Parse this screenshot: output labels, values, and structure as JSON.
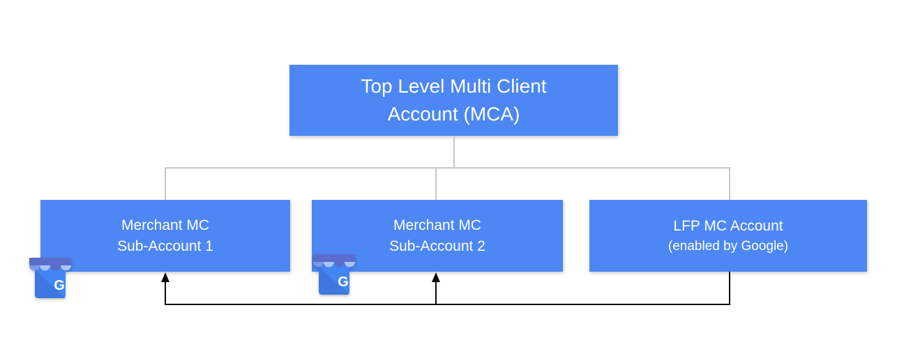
{
  "colors": {
    "canvas_bg": "#FFFFFF",
    "node_fill": "#4C87F3",
    "node_text": "#FFFFFF",
    "connector_gray": "#C7C7C7",
    "connector_black": "#0A0A0A",
    "icon_body_blue": "#4285F4",
    "icon_awning_dark": "#5A6DCB",
    "icon_awning_light": "#A9C6F9",
    "icon_awning_medium": "#7E98E8"
  },
  "nodes": {
    "mca": {
      "line1": "Top Level Multi Client",
      "line2": "Account (MCA)"
    },
    "sub1": {
      "line1": "Merchant MC",
      "line2": "Sub-Account 1"
    },
    "sub2": {
      "line1": "Merchant MC",
      "line2": "Sub-Account 2"
    },
    "lfp": {
      "line1": "LFP MC Account",
      "line2": "(enabled by Google)"
    }
  },
  "icons": {
    "business_profile": "google-business-profile-icon",
    "g_letter": "G"
  }
}
